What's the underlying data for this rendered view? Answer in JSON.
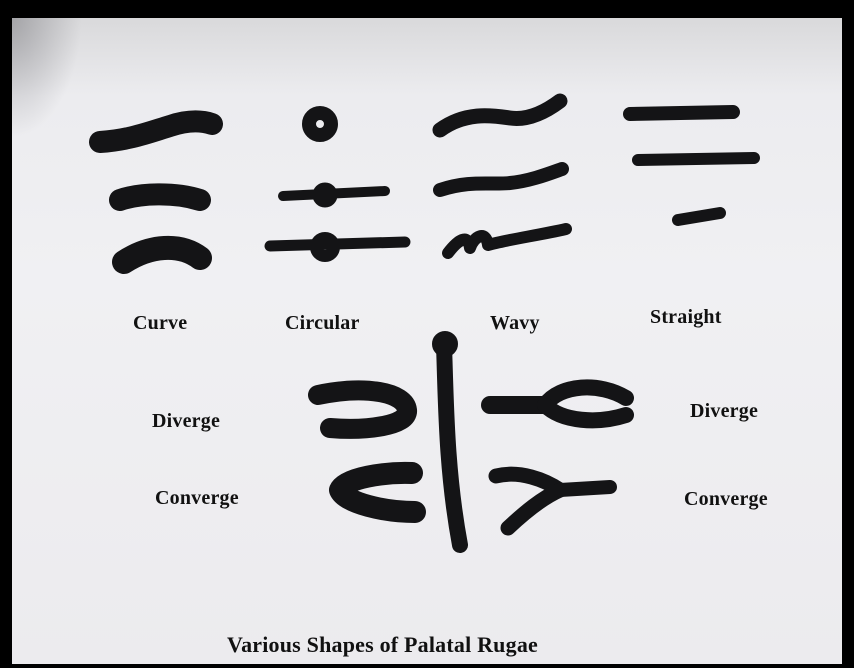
{
  "labels": {
    "curve": "Curve",
    "circular": "Circular",
    "wavy": "Wavy",
    "straight": "Straight",
    "diverge_left": "Diverge",
    "converge_left": "Converge",
    "diverge_right": "Diverge",
    "converge_right": "Converge"
  },
  "caption": "Various Shapes of Palatal Rugae",
  "colors": {
    "ink": "#141416",
    "paper": "#eeeef1",
    "frame": "#000000"
  }
}
